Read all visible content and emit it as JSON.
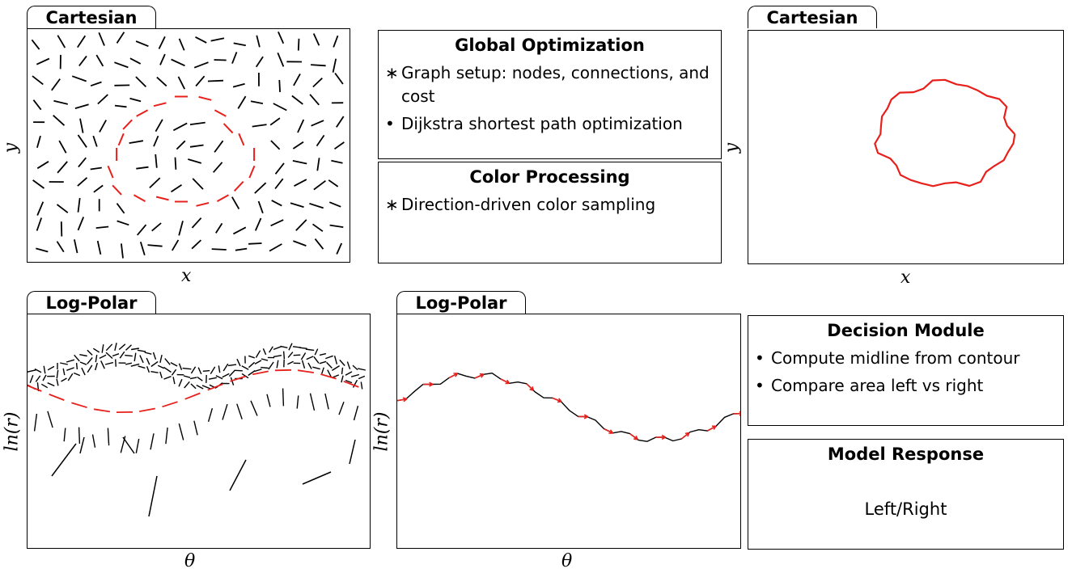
{
  "panels": {
    "top_left": {
      "tab": "Cartesian",
      "xlabel": "x",
      "ylabel": "y"
    },
    "top_right": {
      "tab": "Cartesian",
      "xlabel": "x",
      "ylabel": "y"
    },
    "bottom_left": {
      "tab": "Log-Polar",
      "xlabel": "θ",
      "ylabel": "ln(r)"
    },
    "bottom_mid": {
      "tab": "Log-Polar",
      "xlabel": "θ",
      "ylabel": "ln(r)"
    }
  },
  "boxes": {
    "global_optimization": {
      "title": "Global Optimization",
      "items": [
        {
          "marker": "∗",
          "text": "Graph setup: nodes, connections, and cost"
        },
        {
          "marker": "•",
          "text": "Dijkstra shortest path optimization"
        }
      ]
    },
    "color_processing": {
      "title": "Color Processing",
      "items": [
        {
          "marker": "∗",
          "text": "Direction-driven color sampling"
        }
      ]
    },
    "decision_module": {
      "title": "Decision Module",
      "items": [
        {
          "marker": "•",
          "text": "Compute midline from contour"
        },
        {
          "marker": "•",
          "text": "Compare area left vs right"
        }
      ]
    },
    "model_response": {
      "title": "Model Response",
      "text": "Left/Right"
    }
  },
  "colors": {
    "contour": "#e8201c",
    "line": "#000000"
  }
}
